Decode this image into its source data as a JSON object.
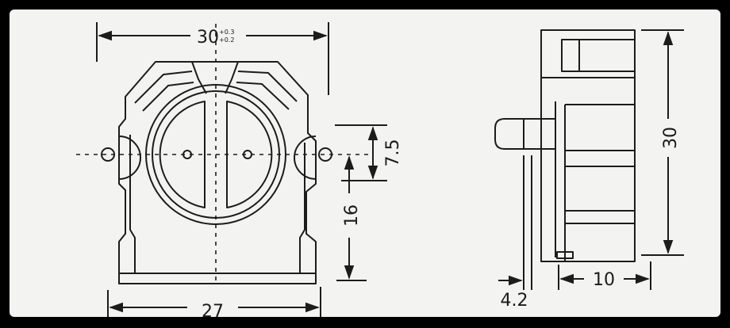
{
  "colors": {
    "paper": "#f3f3f1",
    "ink": "#1c1c1c",
    "frame": "#000000"
  },
  "front_view": {
    "top_width": "30",
    "tolerance_plus": "+0.3",
    "tolerance_minus": "+0.2",
    "bottom_width": "27",
    "pin_offset": "7.5",
    "center_height": "16"
  },
  "side_view": {
    "height": "30",
    "depth": "10",
    "tab_offset": "4.2"
  }
}
